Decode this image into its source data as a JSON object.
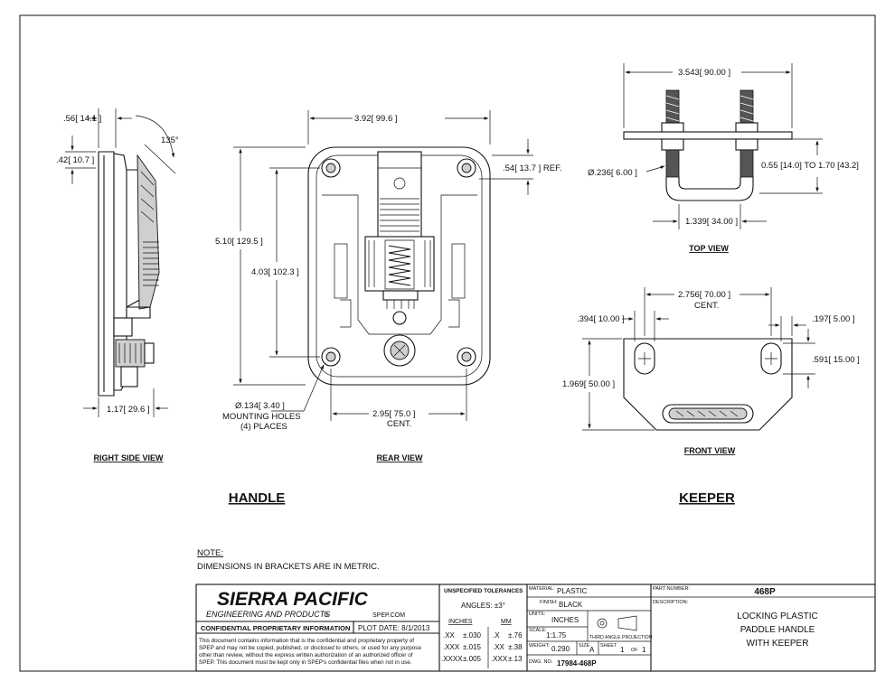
{
  "dimensions": {
    "side_top_width": ".56[ 14.1 ]",
    "side_flange": ".42[ 10.7 ]",
    "side_angle": "135°",
    "side_depth": "1.17[ 29.6 ]",
    "rear_width": "3.92[ 99.6 ]",
    "rear_height": "5.10[ 129.5 ]",
    "rear_hole_spacing_v": "4.03[ 102.3 ]",
    "rear_ref": ".54[ 13.7 ] REF.",
    "rear_hole_dia": "Ø.134[ 3.40 ]",
    "rear_hole_note_1": "MOUNTING HOLES",
    "rear_hole_note_2": "(4) PLACES",
    "rear_hole_spacing_h": "2.95[ 75.0 ]",
    "rear_hole_spacing_h_note": "CENT.",
    "top_width": "3.543[ 90.00 ]",
    "top_rod_dia": "Ø.236[ 6.00 ]",
    "top_grip_range": "0.55 [14.0] TO 1.70 [43.2]",
    "top_inner": "1.339[ 34.00 ]",
    "front_slot_spacing": "2.756[ 70.00 ]",
    "front_slot_spacing_note": "CENT.",
    "front_slot_left": ".394[ 10.00 ]",
    "front_slot_right": ".197[ 5.00 ]",
    "front_slot_height": ".591[ 15.00 ]",
    "front_height": "1.969[ 50.00 ]"
  },
  "labels": {
    "right_side_view": "RIGHT SIDE VIEW",
    "rear_view": "REAR VIEW",
    "top_view": "TOP VIEW",
    "front_view": "FRONT VIEW",
    "handle": "HANDLE",
    "keeper": "KEEPER"
  },
  "note": {
    "heading": "NOTE:",
    "text": "DIMENSIONS IN BRACKETS ARE IN METRIC."
  },
  "title_block": {
    "company": "SIERRA PACIFIC",
    "company_sub": "ENGINEERING AND PRODUCTS",
    "company_mark": "®",
    "website": "SPEP.COM",
    "confidential_label": "CONFIDENTIAL PROPRIETARY INFORMATION",
    "plot_date": "PLOT DATE:  8/1/2013",
    "confidential_text": [
      "This document contains information that is the confidential and proprietary property of",
      "SPEP and may not be copied, published, or disclosed to others, or used for any purpose",
      "other than review, without the express written authorization of an authorized officer of",
      "SPEP. This document must be kept only in SPEP's confidential files when not in use."
    ],
    "tolerances_title": "UNSPECIFIED TOLERANCES",
    "angles": "ANGLES: ±3°",
    "col_inches": "INCHES",
    "col_mm": "MM",
    "tol_rows": [
      {
        "in": ".XX",
        "in_tol": "±.030",
        "mm": ".X",
        "mm_tol": "±.76"
      },
      {
        "in": ".XXX",
        "in_tol": "±.015",
        "mm": ".XX",
        "mm_tol": "±.38"
      },
      {
        "in": ".XXXX",
        "in_tol": "±.005",
        "mm": ".XXX",
        "mm_tol": "±.13"
      }
    ],
    "material_label": "MATERIAL:",
    "material": "PLASTIC",
    "finish_label": "FINISH:",
    "finish": "BLACK",
    "units_label": "UNITS:",
    "units": "INCHES",
    "scale_label": "SCALE:",
    "scale": "1:1.75",
    "projection": "THIRD ANGLE PROJECTION",
    "weight_label": "WEIGHT:",
    "weight": "0.290",
    "size_label": "SIZE",
    "size": "A",
    "sheet_label": "SHEET",
    "sheet": "1",
    "of_label": "OF",
    "sheet_total": "1",
    "dwg_label": "DWG. NO.",
    "dwg_no": "17984-468P",
    "part_label": "PART NUMBER:",
    "part_no": "468P",
    "desc_label": "DESCRIPTION:",
    "desc_lines": [
      "LOCKING PLASTIC",
      "PADDLE HANDLE",
      "WITH KEEPER"
    ]
  }
}
